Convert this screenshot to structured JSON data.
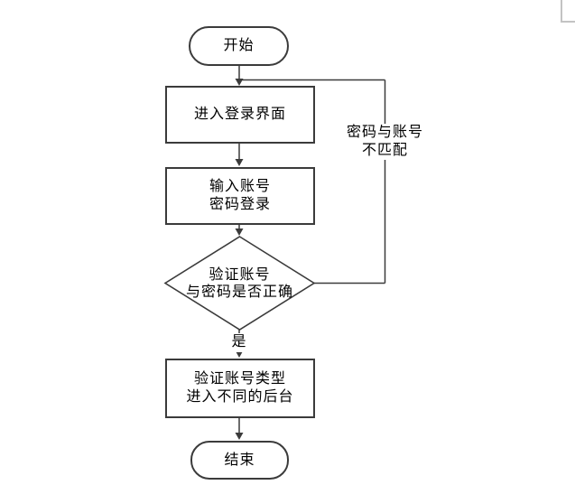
{
  "colors": {
    "background": "#ffffff",
    "stroke": "#3b3b3b",
    "text": "#000000",
    "shape_fill": "#ffffff",
    "corner_mark": "#c3c3c3"
  },
  "flowchart": {
    "nodes": {
      "start": {
        "type": "terminator",
        "label": "开始"
      },
      "enter_login": {
        "type": "process",
        "lines": [
          "进入登录界面"
        ]
      },
      "input_credentials": {
        "type": "process",
        "lines": [
          "输入账号",
          "密码登录"
        ]
      },
      "verify_decision": {
        "type": "decision",
        "lines": [
          "验证账号",
          "与密码是否正确"
        ]
      },
      "route_backend": {
        "type": "process",
        "lines": [
          "验证账号类型",
          "进入不同的后台"
        ]
      },
      "end": {
        "type": "terminator",
        "label": "结束"
      }
    },
    "edge_labels": {
      "yes": "是",
      "no_mismatch": [
        "密码与账号",
        "不匹配"
      ]
    }
  }
}
